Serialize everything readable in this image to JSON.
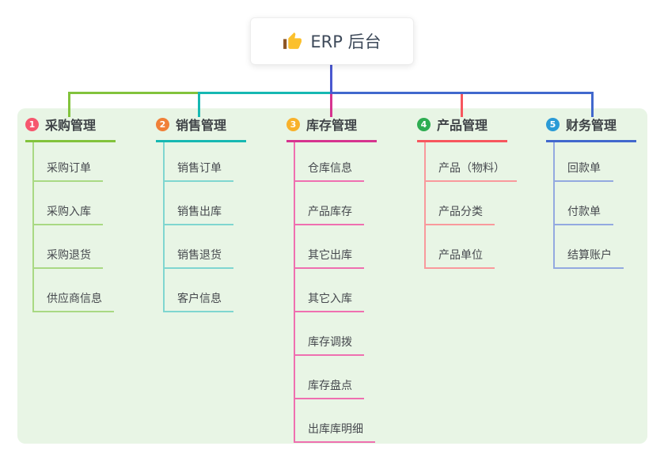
{
  "root": {
    "label": "ERP 后台",
    "icon": "thumbs-up-icon",
    "icon_colors": {
      "hand": "#fbc02d",
      "sleeve": "#8d5524"
    }
  },
  "canvas": {
    "background": "#ffffff",
    "panel_background": "#e8f5e5",
    "trunk_color": "#4a58d0"
  },
  "branches": [
    {
      "badge": "1",
      "label": "采购管理",
      "badge_color": "#f6576e",
      "line_color": "#82c33c",
      "child_line_color": "#a9d983",
      "children": [
        "采购订单",
        "采购入库",
        "采购退货",
        "供应商信息"
      ]
    },
    {
      "badge": "2",
      "label": "销售管理",
      "badge_color": "#f08038",
      "line_color": "#16b8b2",
      "child_line_color": "#7fd6d0",
      "children": [
        "销售订单",
        "销售出库",
        "销售退货",
        "客户信息"
      ]
    },
    {
      "badge": "3",
      "label": "库存管理",
      "badge_color": "#f8b12b",
      "line_color": "#d6348f",
      "child_line_color": "#ef6fb0",
      "children": [
        "仓库信息",
        "产品库存",
        "其它出库",
        "其它入库",
        "库存调拨",
        "库存盘点",
        "出库库明细"
      ]
    },
    {
      "badge": "4",
      "label": "产品管理",
      "badge_color": "#2ead52",
      "line_color": "#f7565e",
      "child_line_color": "#f9999c",
      "children": [
        "产品（物料）",
        "产品分类",
        "产品单位"
      ]
    },
    {
      "badge": "5",
      "label": "财务管理",
      "badge_color": "#2a9ad6",
      "line_color": "#4168cd",
      "child_line_color": "#93a9e0",
      "children": [
        "回款单",
        "付款单",
        "结算账户"
      ]
    }
  ]
}
